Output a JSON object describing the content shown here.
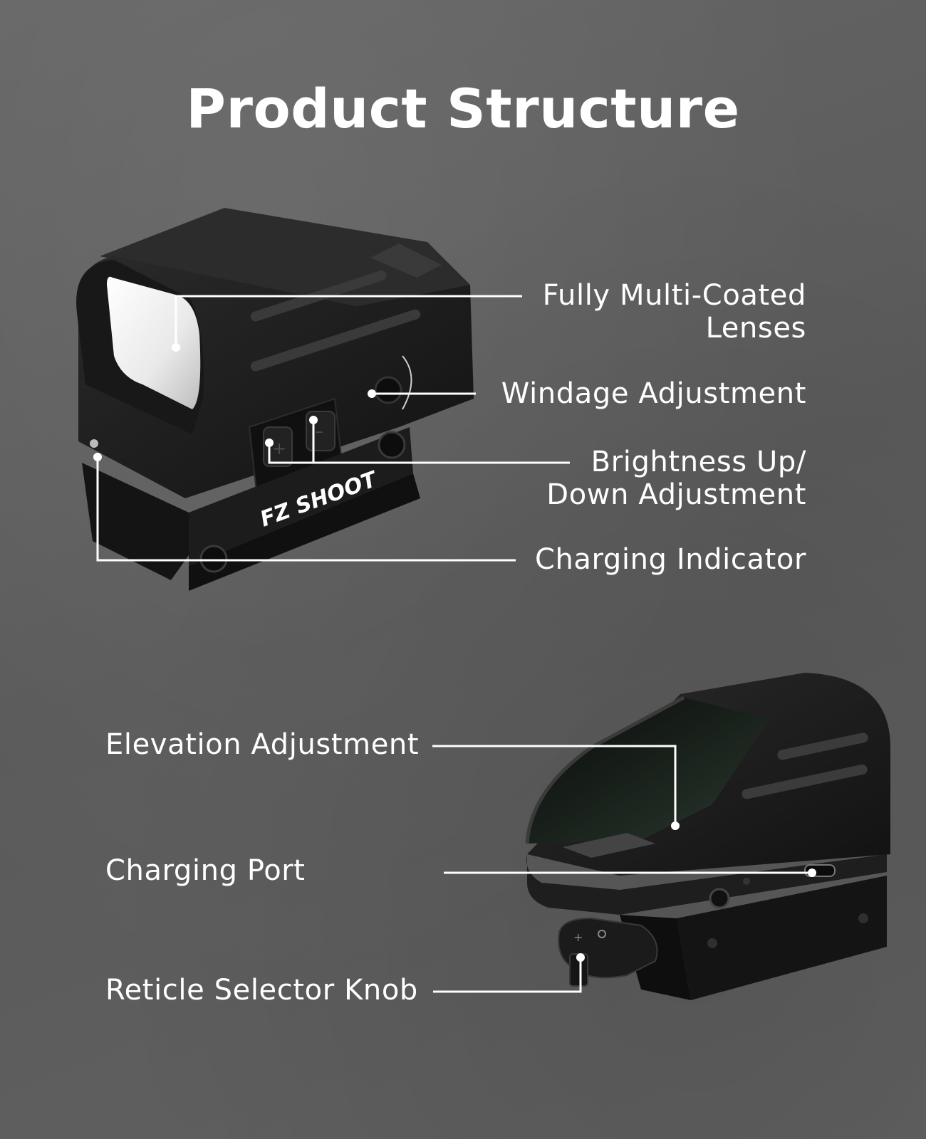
{
  "title": "Product Structure",
  "brand_logo_text": "FZ SHOOT",
  "top_product": {
    "callouts": {
      "lenses": {
        "line1": "Fully Multi-Coated",
        "line2": "Lenses"
      },
      "windage": "Windage Adjustment",
      "brightness": {
        "line1": "Brightness Up/",
        "line2": "Down Adjustment"
      },
      "charging_indicator": "Charging Indicator"
    }
  },
  "bottom_product": {
    "callouts": {
      "elevation": "Elevation Adjustment",
      "charging_port": "Charging Port",
      "reticle_knob": "Reticle Selector Knob"
    }
  },
  "colors": {
    "background": "#5d5d5d",
    "text": "#ffffff",
    "callout_line": "#ffffff",
    "device_body": "#1a1a1a"
  }
}
